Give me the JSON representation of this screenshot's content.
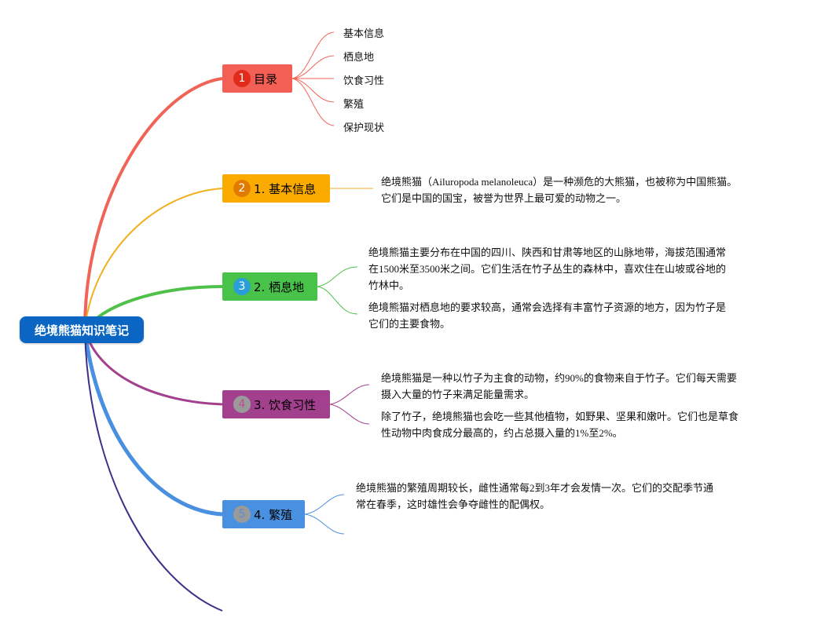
{
  "root": {
    "title": "绝境熊猫知识笔记"
  },
  "colors": {
    "root": "#0a66c2",
    "branch0": "#f06457",
    "branch1": "#f0b020",
    "branch2": "#4fc04a",
    "branch3": "#a3408e",
    "branch4": "#4a90e0",
    "branch5": "#3b2f8a"
  },
  "topics": [
    {
      "badge": "1",
      "label": "目录",
      "color": "#f35f54",
      "badge_color": "#e02a1a",
      "items": [
        "基本信息",
        "栖息地",
        "饮食习性",
        "繁殖",
        "保护现状"
      ]
    },
    {
      "badge": "2",
      "label": "1. 基本信息",
      "color": "#fbab00",
      "badge_color": "#e07a00",
      "paragraphs": [
        [
          "绝境熊猫（Ailuropoda melanoleuca）是一种濒危的大熊猫，也被称为中国熊猫。",
          "它们是中国的国宝，被誉为世界上最可爱的动物之一。"
        ]
      ]
    },
    {
      "badge": "3",
      "label": "2. 栖息地",
      "color": "#49c24a",
      "badge_color": "#2a9ed8",
      "paragraphs": [
        [
          "绝境熊猫主要分布在中国的四川、陕西和甘肃等地区的山脉地带，海拔范围通常",
          "在1500米至3500米之间。它们生活在竹子丛生的森林中，喜欢住在山坡或谷地的",
          "竹林中。"
        ],
        [
          "绝境熊猫对栖息地的要求较高，通常会选择有丰富竹子资源的地方，因为竹子是",
          "它们的主要食物。"
        ]
      ]
    },
    {
      "badge": "4",
      "label": "3. 饮食习性",
      "color": "#a3408e",
      "badge_color": "#9a9a9a",
      "paragraphs": [
        [
          "绝境熊猫是一种以竹子为主食的动物，约90%的食物来自于竹子。它们每天需要",
          "摄入大量的竹子来满足能量需求。"
        ],
        [
          "除了竹子，绝境熊猫也会吃一些其他植物，如野果、坚果和嫩叶。它们也是草食",
          "性动物中肉食成分最高的，约占总摄入量的1%至2%。"
        ]
      ]
    },
    {
      "badge": "5",
      "label": "4. 繁殖",
      "color": "#4a90e0",
      "badge_color": "#9a9a9a",
      "paragraphs": [
        [
          "绝境熊猫的繁殖周期较长，雌性通常每2到3年才会发情一次。它们的交配季节通",
          "常在春季，这时雄性会争夺雌性的配偶权。"
        ]
      ]
    }
  ]
}
